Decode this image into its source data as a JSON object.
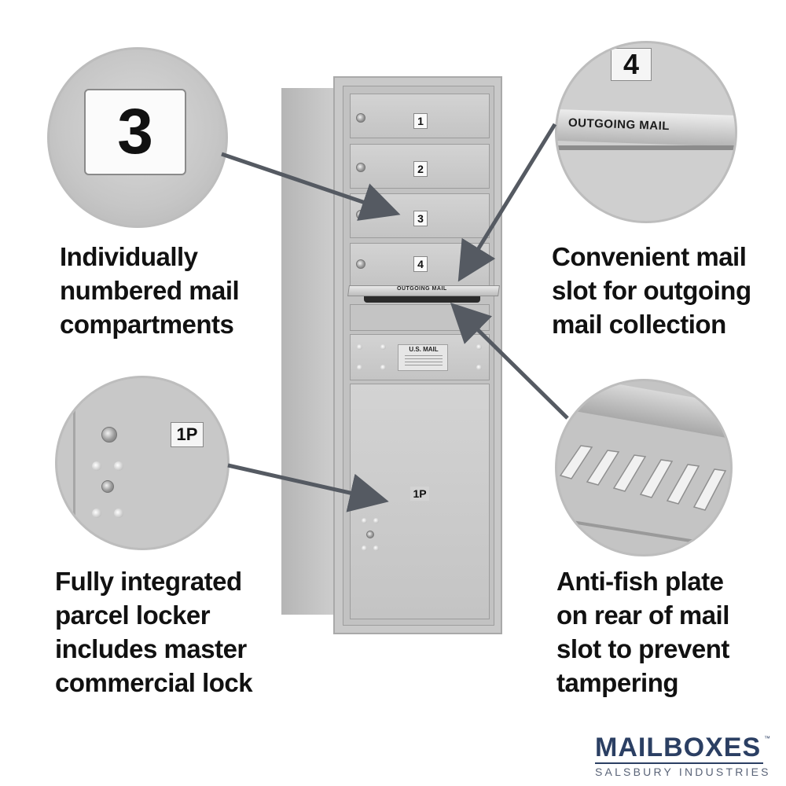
{
  "mailbox": {
    "doors": [
      {
        "label": "1"
      },
      {
        "label": "2"
      },
      {
        "label": "3"
      },
      {
        "label": "4"
      }
    ],
    "outgoing_label": "OUTGOING MAIL",
    "usmail_label": "U.S. MAIL",
    "parcel_label": "1P"
  },
  "callouts": {
    "top_left": {
      "zoom_number": "3",
      "text": [
        "Individually",
        "numbered mail",
        "compartments"
      ]
    },
    "top_right": {
      "zoom_number": "4",
      "zoom_label": "OUTGOING MAIL",
      "text": [
        "Convenient mail",
        "slot for outgoing",
        "mail collection"
      ]
    },
    "bottom_left": {
      "zoom_label": "1P",
      "text": [
        "Fully integrated",
        "parcel locker",
        "includes master",
        "commercial lock"
      ]
    },
    "bottom_right": {
      "text": [
        "Anti-fish plate",
        "on rear of mail",
        "slot to prevent",
        "tampering"
      ]
    }
  },
  "brand": {
    "name": "MAILBOXES",
    "tm": "™",
    "subtitle": "SALSBURY INDUSTRIES",
    "color": "#2b3f63"
  },
  "colors": {
    "arrow": "#555a62",
    "metal": "#c9c9c9"
  }
}
